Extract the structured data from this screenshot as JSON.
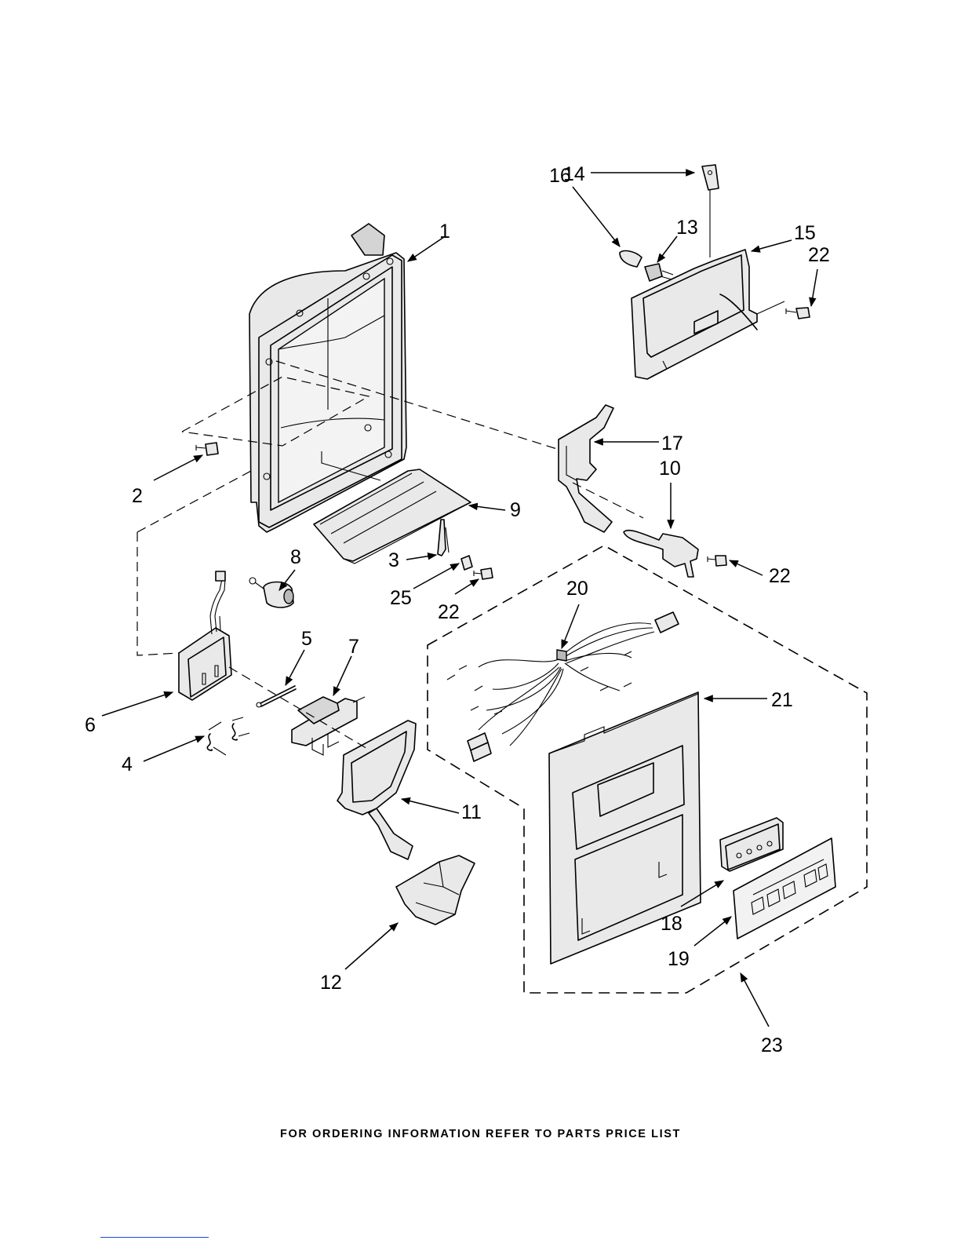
{
  "footer_text": "FOR ORDERING INFORMATION REFER TO PARTS PRICE LIST",
  "callouts": [
    "1",
    "2",
    "3",
    "4",
    "5",
    "6",
    "7",
    "8",
    "9",
    "10",
    "11",
    "12",
    "13",
    "14",
    "15",
    "16",
    "17",
    "18",
    "19",
    "20",
    "21",
    "22",
    "22",
    "22",
    "23",
    "25"
  ]
}
